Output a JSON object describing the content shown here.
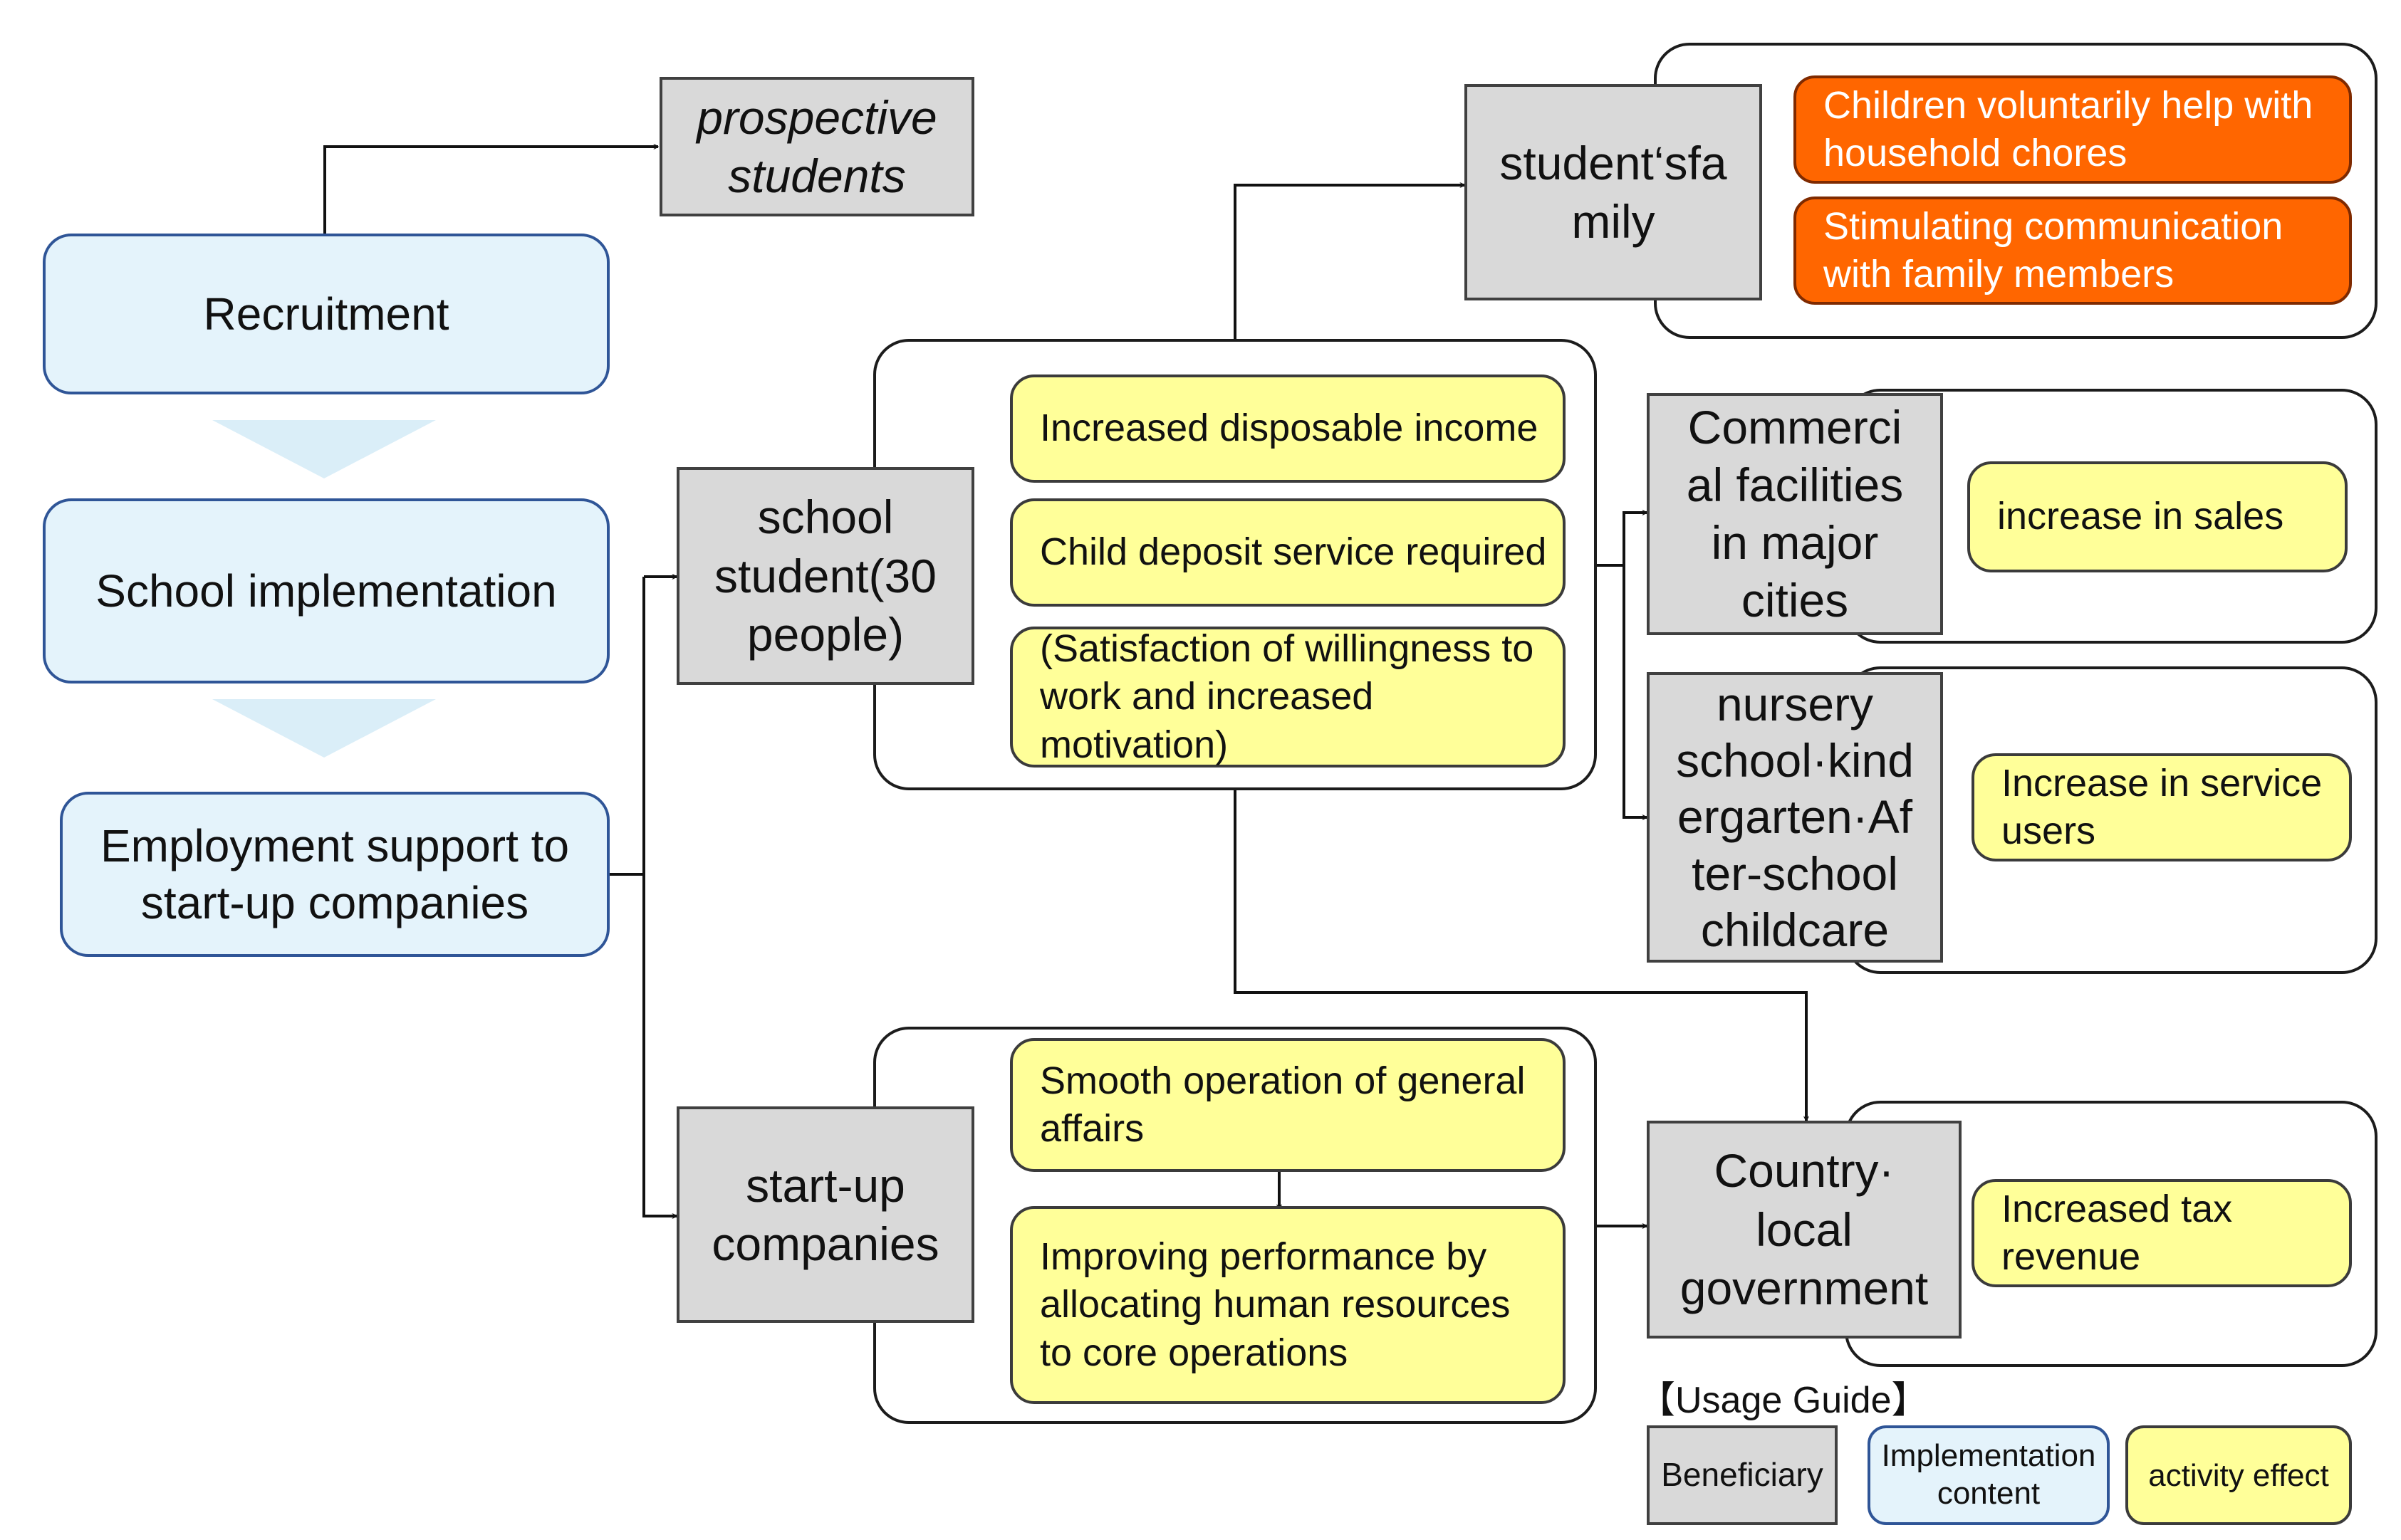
{
  "implementation": {
    "recruitment": "Recruitment",
    "school": "School implementation",
    "employment": "Employment support to start-up companies"
  },
  "beneficiaries": {
    "prospective": "prospective students",
    "family": "student‘sfa mily",
    "school_student": "school student(30 people)",
    "startup": "start-up companies",
    "commercial": "Commerci al facilities in major cities",
    "nursery": "nursery school·kind ergarten·Af ter-school childcare",
    "country": "Country· local government"
  },
  "effects": {
    "family_1": "Children voluntarily help with household chores",
    "family_2": "Stimulating communication with family members",
    "student_1": "Increased disposable income",
    "student_2": "Child deposit service required",
    "student_3": "(Satisfaction of willingness to work and increased motivation)",
    "commercial_1": "increase in sales",
    "nursery_1": "Increase in service users",
    "startup_1": "Smooth operation of general affairs",
    "startup_2": "Improving performance by allocating human resources to core operations",
    "country_1": "Increased tax revenue"
  },
  "legend": {
    "title": "【Usage Guide】",
    "beneficiary": "Beneficiary",
    "implementation": "Implementation content",
    "effect": "activity effect"
  },
  "colors": {
    "implementation_fill": "#e4f3fb",
    "beneficiary_fill": "#d9d9d9",
    "effect_fill": "#ffff99",
    "highlight_fill": "#ff6600",
    "chevron_fill": "#daeef8"
  }
}
